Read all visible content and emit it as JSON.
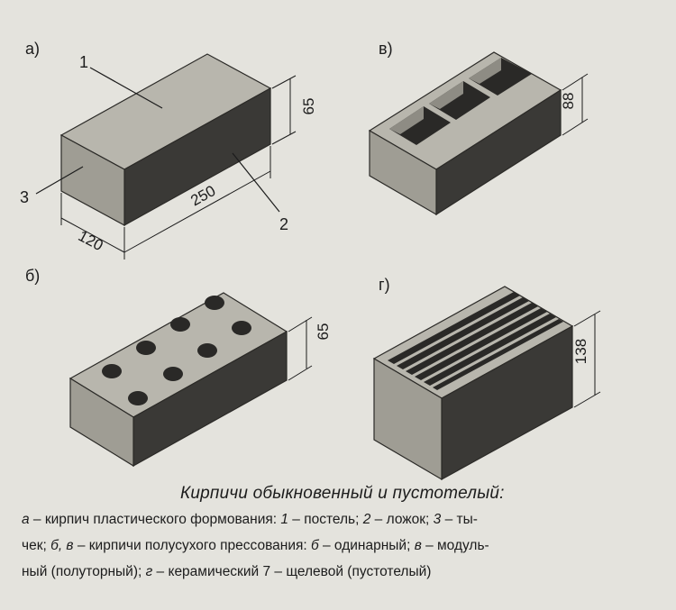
{
  "figure": {
    "panels": {
      "a": {
        "letter": "а)",
        "callouts": {
          "c1": "1",
          "c2": "2",
          "c3": "3"
        },
        "dims": {
          "height": "65",
          "length": "250",
          "width": "120"
        }
      },
      "b": {
        "letter": "б)",
        "dims": {
          "height": "65"
        }
      },
      "v": {
        "letter": "в)",
        "dims": {
          "height": "88"
        }
      },
      "g": {
        "letter": "г)",
        "dims": {
          "height": "138"
        }
      }
    },
    "colors": {
      "background": "#e4e3dd",
      "brick_top": "#b8b6ad",
      "brick_front": "#9f9d94",
      "brick_side": "#3a3936",
      "hole": "#2a2927",
      "ink": "#1c1c1c"
    }
  },
  "caption": {
    "title": "Кирпичи обыкновенный и пустотелый:",
    "line1": {
      "l_a": "а",
      "t1": " – кирпич пластического формования: ",
      "n1": "1",
      "t2": " – постель; ",
      "n2": "2",
      "t3": " – ложок; ",
      "n3": "3",
      "t4": " – ты-"
    },
    "line2": {
      "t1": "чек; ",
      "l_b": "б, в",
      "t2": " – кирпичи полусухого прессования: ",
      "l_b2": "б",
      "t3": " – одинарный; ",
      "l_v": "в",
      "t4": " – модуль-"
    },
    "line3": {
      "t1": "ный (полуторный); ",
      "l_g": "г",
      "t2": " – керамический 7 – щелевой (пустотелый)"
    }
  }
}
